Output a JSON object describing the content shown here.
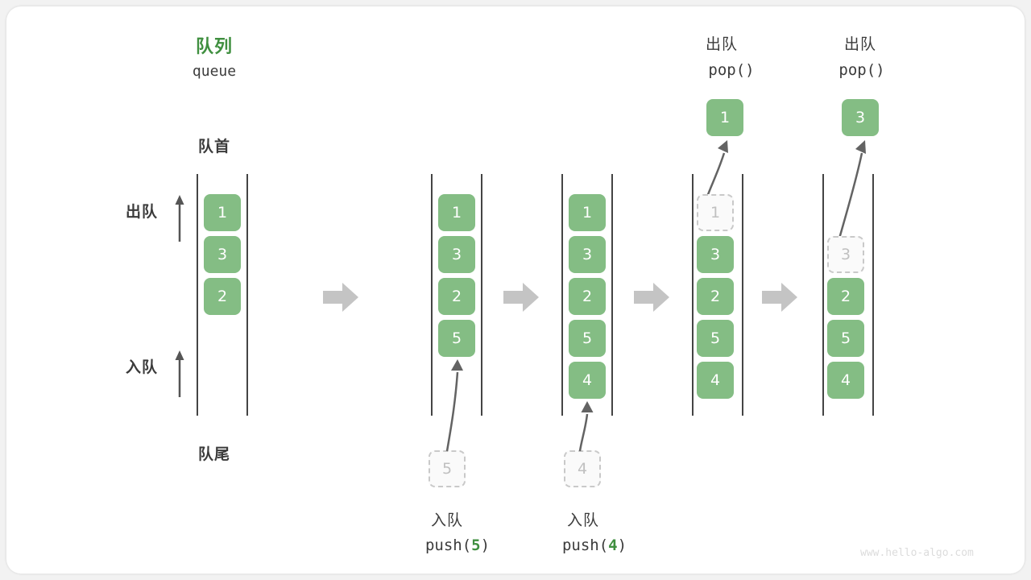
{
  "figure": {
    "title_cn": "队列",
    "title_en": "queue",
    "front_label": "队首",
    "rear_label": "队尾",
    "dequeue_label": "出队",
    "enqueue_label": "入队",
    "watermark": "www.hello-algo.com",
    "accent_green": "#3f8f3f",
    "cell_green": "#84bd84",
    "ghost_gray": "#c0c0c0",
    "step_arrow_gray": "#c4c4c4"
  },
  "stages": [
    {
      "id": "initial",
      "cells": [
        "1",
        "3",
        "2"
      ],
      "ghost_index": null,
      "caption_cn": "",
      "caption_code": "",
      "op_cn": "",
      "op_code": "",
      "popped": null,
      "incoming": null
    },
    {
      "id": "push-5",
      "cells": [
        "1",
        "3",
        "2",
        "5"
      ],
      "ghost_index": null,
      "caption_cn": "入队",
      "caption_code_prefix": "push(",
      "caption_code_num": "5",
      "caption_code_suffix": ")",
      "incoming": "5",
      "popped": null
    },
    {
      "id": "push-4",
      "cells": [
        "1",
        "3",
        "2",
        "5",
        "4"
      ],
      "ghost_index": null,
      "caption_cn": "入队",
      "caption_code_prefix": "push(",
      "caption_code_num": "4",
      "caption_code_suffix": ")",
      "incoming": "4",
      "popped": null
    },
    {
      "id": "pop-1",
      "cells": [
        "1",
        "3",
        "2",
        "5",
        "4"
      ],
      "ghost_index": 0,
      "op_cn": "出队",
      "op_code": "pop()",
      "popped": "1",
      "incoming": null
    },
    {
      "id": "pop-3",
      "cells": [
        "3",
        "2",
        "5",
        "4"
      ],
      "ghost_index": 0,
      "op_cn": "出队",
      "op_code": "pop()",
      "popped": "3",
      "incoming": null
    }
  ]
}
